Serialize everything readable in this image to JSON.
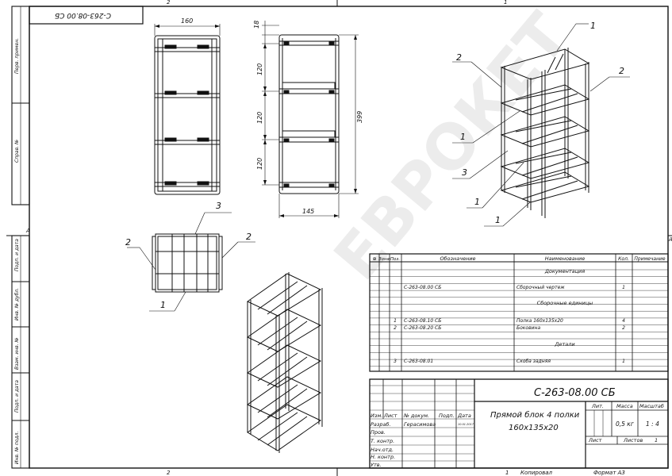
{
  "frame": {
    "top_zones": [
      "2",
      "1"
    ],
    "bottom_zones": [
      "2",
      "1"
    ],
    "side_zone": "A",
    "left_strip_labels": [
      "Перв. примен.",
      "Справ. №",
      "Подп. и дата",
      "Инв. № дубл.",
      "Взам. инв. №",
      "Подп. и дата",
      "Инв. № подл."
    ],
    "rotated_designation": "С-263-08.00 СБ",
    "copied_label": "Копировал",
    "format_label": "Формат А3"
  },
  "dimensions": {
    "width": "160",
    "top": "18",
    "shelf_gaps": [
      "120",
      "120",
      "120"
    ],
    "height": "399",
    "depth": "145"
  },
  "callouts": {
    "iso_main": [
      "1",
      "2",
      "2",
      "1",
      "3",
      "1",
      "1"
    ],
    "top_view": [
      "3",
      "2",
      "2",
      "1"
    ]
  },
  "spec": {
    "headers": [
      "Формат",
      "Зона",
      "Поз.",
      "Обозначение",
      "Наименование",
      "Кол.",
      "Примечание"
    ],
    "format_symbol": "⊕",
    "rows": [
      {
        "fmt": "",
        "zone": "",
        "pos": "",
        "designation": "",
        "name": "Документация",
        "qty": "",
        "note": "",
        "section": true
      },
      {
        "fmt": "",
        "zone": "",
        "pos": "",
        "designation": "С-263-08.00 СБ",
        "name": "Сборочный чертеж",
        "qty": "1",
        "note": ""
      },
      {
        "fmt": "",
        "zone": "",
        "pos": "",
        "designation": "",
        "name": "Сборочные единицы",
        "qty": "",
        "note": "",
        "section": true
      },
      {
        "fmt": "",
        "zone": "",
        "pos": "1",
        "designation": "С-263-08.10 СБ",
        "name": "Полка 160х135х20",
        "qty": "4",
        "note": ""
      },
      {
        "fmt": "",
        "zone": "",
        "pos": "2",
        "designation": "С-263-08.20 СБ",
        "name": "Боковина",
        "qty": "2",
        "note": ""
      },
      {
        "fmt": "",
        "zone": "",
        "pos": "",
        "designation": "",
        "name": "Детали",
        "qty": "",
        "note": "",
        "section": true
      },
      {
        "fmt": "",
        "zone": "",
        "pos": "3",
        "designation": "С-263-08.01",
        "name": "Скоба задняя",
        "qty": "1",
        "note": ""
      }
    ]
  },
  "title_block": {
    "designation": "С-263-08.00 СБ",
    "name_line1": "Прямой блок 4 полки",
    "name_line2": "160х135х20",
    "col_headers": [
      "Изм.",
      "Лист",
      "№ докум.",
      "Подп.",
      "Дата"
    ],
    "roles": [
      "Разраб.",
      "Пров.",
      "Т. контр.",
      "Нач.отд.",
      "Н. контр.",
      "Утв."
    ],
    "developer": "Герасимова",
    "date": "10.01.2017",
    "lit_label": "Лит.",
    "mass_label": "Масса",
    "scale_label": "Масштаб",
    "mass": "0,5 кг",
    "scale": "1 : 4",
    "sheet_label": "Лист",
    "sheets_label": "Листов",
    "sheets": "1"
  },
  "watermark": "ЕВРОКЕТ"
}
